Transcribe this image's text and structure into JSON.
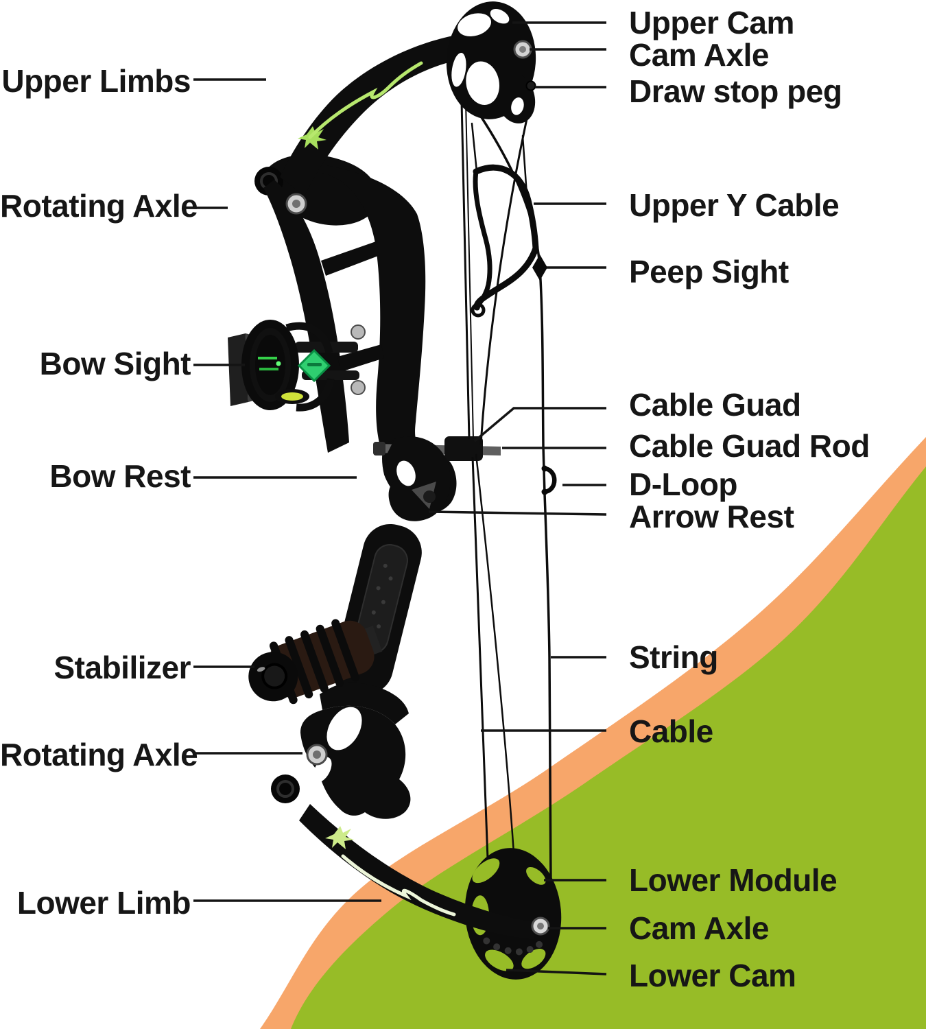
{
  "diagram": {
    "subject": "compound-bow-parts",
    "background_color": "#ffffff",
    "swoosh_green": "#97BC27",
    "swoosh_orange": "#F7A66A",
    "bow_color": "#0d0d0d",
    "text_color": "#161616",
    "logo_green": "#b7e86e",
    "sight_badge_green": "#2fcf70"
  },
  "labels": {
    "left": [
      {
        "text": "Upper Limbs"
      },
      {
        "text": "Rotating Axle"
      },
      {
        "text": "Bow Sight"
      },
      {
        "text": "Bow Rest"
      },
      {
        "text": "Stabilizer"
      },
      {
        "text": "Rotating Axle"
      },
      {
        "text": "Lower Limb"
      }
    ],
    "right": [
      {
        "text": "Upper Cam"
      },
      {
        "text": "Cam Axle"
      },
      {
        "text": "Draw stop peg"
      },
      {
        "text": "Upper Y Cable"
      },
      {
        "text": "Peep Sight"
      },
      {
        "text": "Cable Guad"
      },
      {
        "text": "Cable Guad Rod"
      },
      {
        "text": "D-Loop"
      },
      {
        "text": "Arrow Rest"
      },
      {
        "text": "String"
      },
      {
        "text": "Cable"
      },
      {
        "text": "Lower Module"
      },
      {
        "text": "Cam Axle"
      },
      {
        "text": "Lower Cam"
      }
    ]
  }
}
